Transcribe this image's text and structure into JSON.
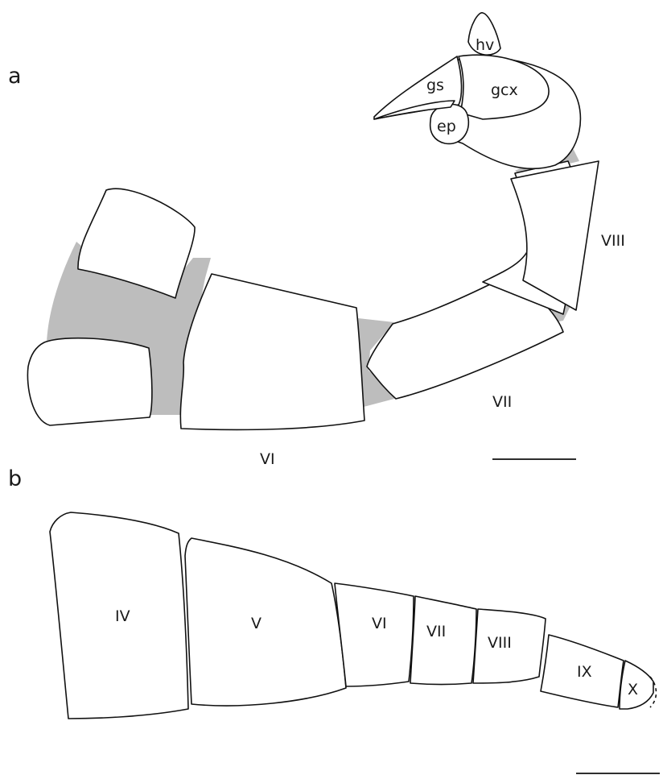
{
  "panels": {
    "a": {
      "letter": "a",
      "segment_labels": {
        "vi": "VI",
        "vii": "VII",
        "viii": "VIII"
      },
      "structure_labels": {
        "hv": "hv",
        "gs": "gs",
        "gcx": "gcx",
        "ep": "ep"
      }
    },
    "b": {
      "letter": "b",
      "segment_labels": {
        "iv": "IV",
        "v": "V",
        "vi": "VI",
        "vii": "VII",
        "viii": "VIII",
        "ix": "IX",
        "x": "X"
      }
    }
  },
  "colors": {
    "outline": "#111111",
    "membrane": "#bdbdbd",
    "fill": "#ffffff"
  }
}
